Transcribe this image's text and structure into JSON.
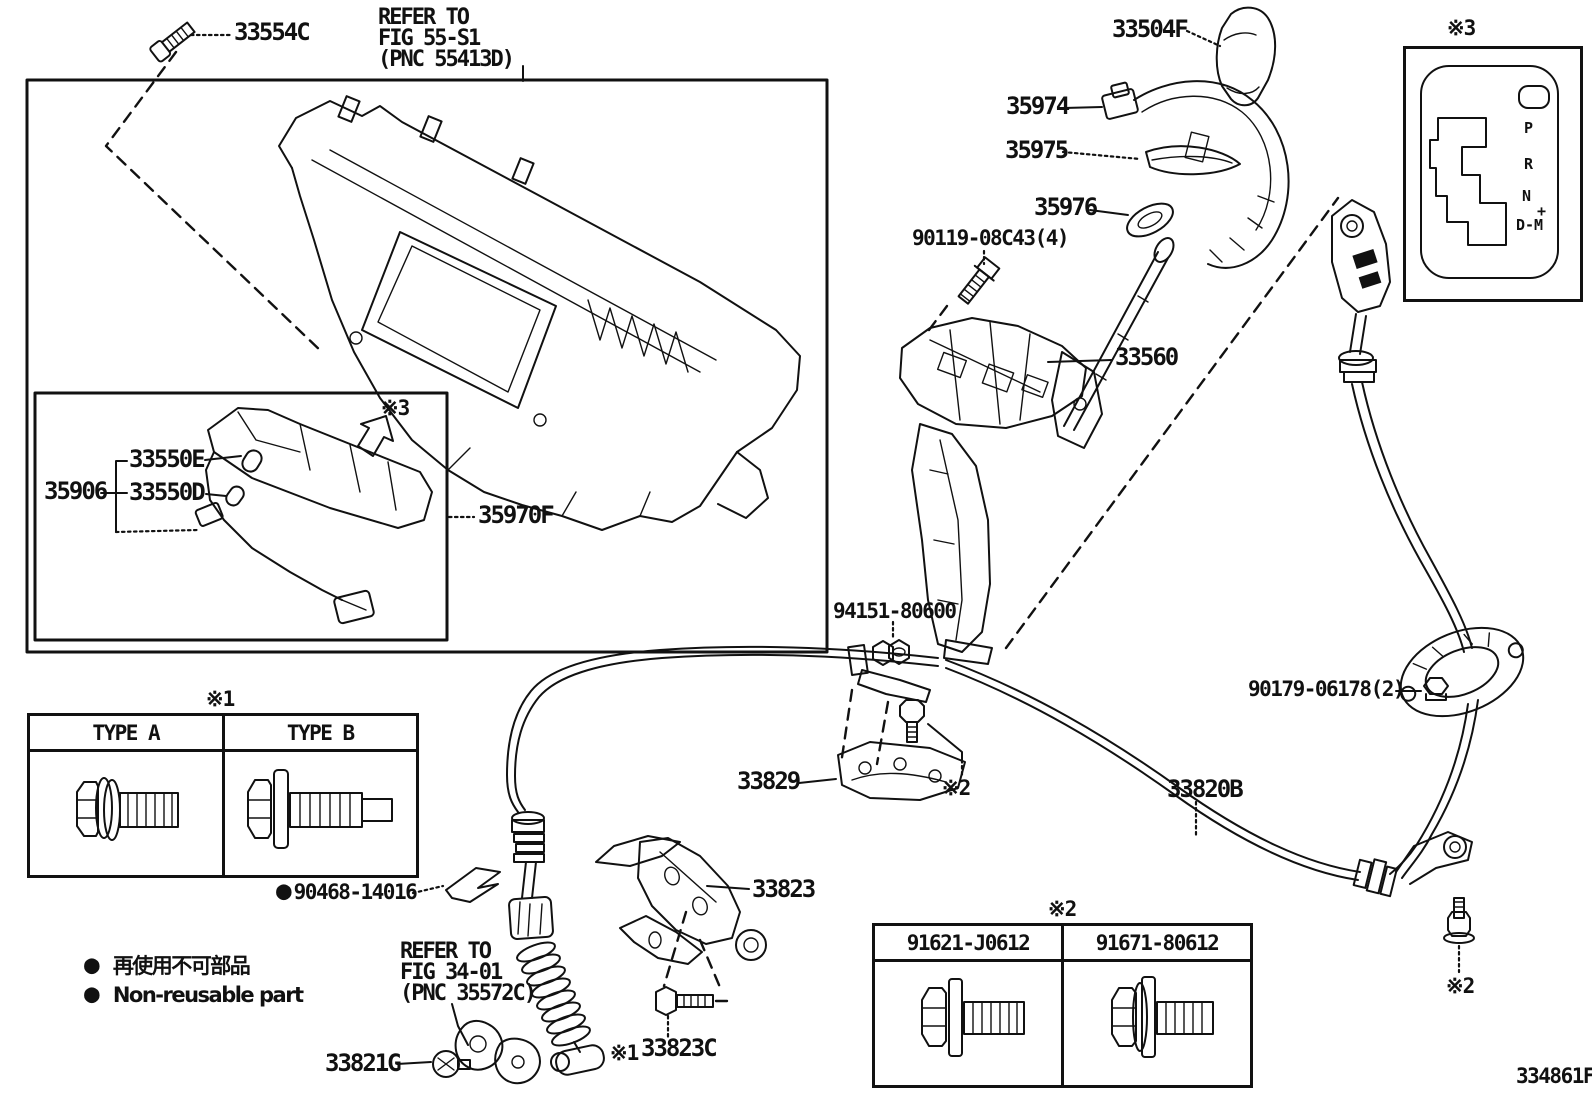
{
  "doc": {
    "page_code": "334861F"
  },
  "markers": {
    "m1": "※1",
    "m2": "※2",
    "m3": "※3"
  },
  "labels": {
    "l33554C": "33554C",
    "refer55": "REFER TO\nFIG 55-S1\n(PNC 55413D)",
    "l33504F": "33504F",
    "l35974": "35974",
    "l35975": "35975",
    "l35976": "35976",
    "l90119": "90119-08C43(4)",
    "l33560": "33560",
    "l35906": "35906",
    "l33550E": "33550E",
    "l33550D": "33550D",
    "l35970F": "35970F",
    "l94151": "94151-80600",
    "l90179": "90179-06178(2)",
    "l33829": "33829",
    "l33820B": "33820B",
    "l33823": "33823",
    "l90468": "90468-14016",
    "refer34": "REFER TO\nFIG 34-01\n(PNC 35572C)",
    "l33821G": "33821G",
    "l33823C": "33823C"
  },
  "shift_pattern": {
    "p": "P",
    "r": "R",
    "n": "N",
    "plus": "+",
    "dm": "D-M"
  },
  "fastener_types": {
    "marker": "※1",
    "col_a": "TYPE A",
    "col_b": "TYPE B"
  },
  "bolt_variants": {
    "marker": "※2",
    "col_a": "91621-J0612",
    "col_b": "91671-80612"
  },
  "legend": {
    "bullet": "●",
    "jp": "再使用不可部品",
    "en": "Non-reusable part"
  },
  "colors": {
    "ink": "#111111",
    "background": "#ffffff"
  }
}
